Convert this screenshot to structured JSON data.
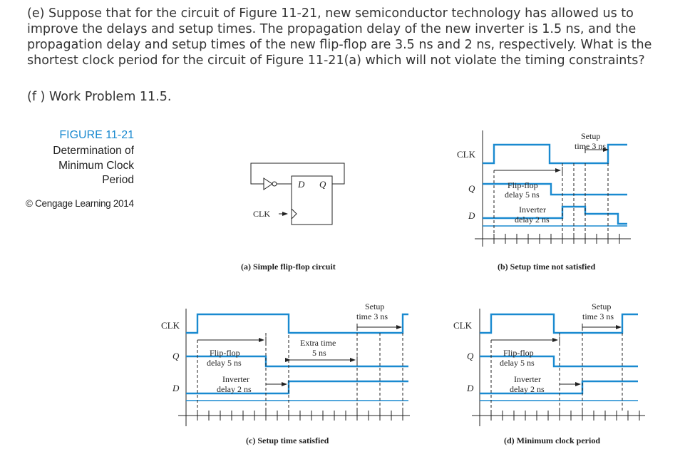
{
  "question_e": "(e) Suppose that for the circuit of Figure 11-21, new semiconductor technology has allowed us to improve the delays and setup times. The propagation delay of the new inverter is 1.5 ns, and the propagation delay and setup times of the new flip-flop are 3.5 ns and 2 ns, respectively. What is the shortest clock period for the circuit of Figure 11-21(a) which will not violate the timing constraints?",
  "question_f": "(f ) Work Problem 11.5.",
  "figure": {
    "number": "FIGURE 11-21",
    "title_line1": "Determination of",
    "title_line2": "Minimum Clock",
    "title_line3": "Period",
    "credit": "© Cengage Learning 2014",
    "accent_color": "#1a8ad0"
  },
  "panel_a": {
    "caption": "(a) Simple flip-flop circuit",
    "d_label": "D",
    "q_label": "Q",
    "clk_label": "CLK"
  },
  "panel_b": {
    "caption": "(b) Setup time not satisfied",
    "clk": "CLK",
    "q": "Q",
    "d": "D",
    "setup_l1": "Setup",
    "setup_l2": "time 3 ns",
    "ff_l1": "Flip-flop",
    "ff_l2": "delay 5 ns",
    "inv_l1": "Inverter",
    "inv_l2": "delay 2 ns"
  },
  "panel_c": {
    "caption": "(c) Setup time satisfied",
    "clk": "CLK",
    "q": "Q",
    "d": "D",
    "setup_l1": "Setup",
    "setup_l2": "time 3 ns",
    "ff_l1": "Flip-flop",
    "ff_l2": "delay 5 ns",
    "inv_l1": "Inverter",
    "inv_l2": "delay 2 ns",
    "extra_l1": "Extra time",
    "extra_l2": "5 ns"
  },
  "panel_d": {
    "caption": "(d) Minimum clock period",
    "clk": "CLK",
    "q": "Q",
    "d": "D",
    "setup_l1": "Setup",
    "setup_l2": "time 3 ns",
    "ff_l1": "Flip-flop",
    "ff_l2": "delay 5 ns",
    "inv_l1": "Inverter",
    "inv_l2": "delay 2 ns"
  }
}
